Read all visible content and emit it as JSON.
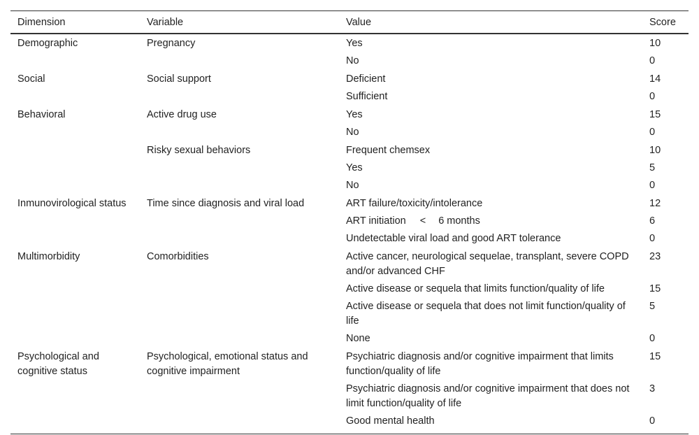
{
  "table": {
    "headers": [
      "Dimension",
      "Variable",
      "Value",
      "Score"
    ],
    "rows": [
      {
        "dimension": "Demographic",
        "variable": "Pregnancy",
        "value": "Yes",
        "score": "10"
      },
      {
        "dimension": "",
        "variable": "",
        "value": "No",
        "score": "0"
      },
      {
        "dimension": "Social",
        "variable": "Social support",
        "value": "Deficient",
        "score": "14"
      },
      {
        "dimension": "",
        "variable": "",
        "value": "Sufficient",
        "score": "0"
      },
      {
        "dimension": "Behavioral",
        "variable": "Active drug use",
        "value": "Yes",
        "score": "15"
      },
      {
        "dimension": "",
        "variable": "",
        "value": "No",
        "score": "0"
      },
      {
        "dimension": "",
        "variable": "Risky sexual behaviors",
        "value": "Frequent chemsex",
        "score": "10"
      },
      {
        "dimension": "",
        "variable": "",
        "value": "Yes",
        "score": "5"
      },
      {
        "dimension": "",
        "variable": "",
        "value": "No",
        "score": "0"
      },
      {
        "dimension": "Inmunovirological status",
        "variable": "Time since diagnosis and viral load",
        "value": "ART failure/toxicity/intolerance",
        "score": "12"
      },
      {
        "dimension": "",
        "variable": "",
        "value": "ART initiation",
        "value_symbol": "<",
        "value_suffix": "6 months",
        "score": "6"
      },
      {
        "dimension": "",
        "variable": "",
        "value": "Undetectable viral load and good ART tolerance",
        "score": "0"
      },
      {
        "dimension": "Multimorbidity",
        "variable": "Comorbidities",
        "value": "Active cancer, neurological sequelae, transplant, severe COPD and/or advanced CHF",
        "score": "23"
      },
      {
        "dimension": "",
        "variable": "",
        "value": "Active disease or sequela that limits function/quality of life",
        "score": "15"
      },
      {
        "dimension": "",
        "variable": "",
        "value": "Active disease or sequela that does not limit function/quality of life",
        "score": "5"
      },
      {
        "dimension": "",
        "variable": "",
        "value": "None",
        "score": "0"
      },
      {
        "dimension": "Psychological and cognitive status",
        "variable": "Psychological, emotional status and cognitive impairment",
        "value": "Psychiatric diagnosis and/or cognitive impairment that limits function/quality of life",
        "score": "15"
      },
      {
        "dimension": "",
        "variable": "",
        "value": "Psychiatric diagnosis and/or cognitive impairment that does not limit function/quality of life",
        "score": "3"
      },
      {
        "dimension": "",
        "variable": "",
        "value": "Good mental health",
        "score": "0"
      }
    ]
  }
}
